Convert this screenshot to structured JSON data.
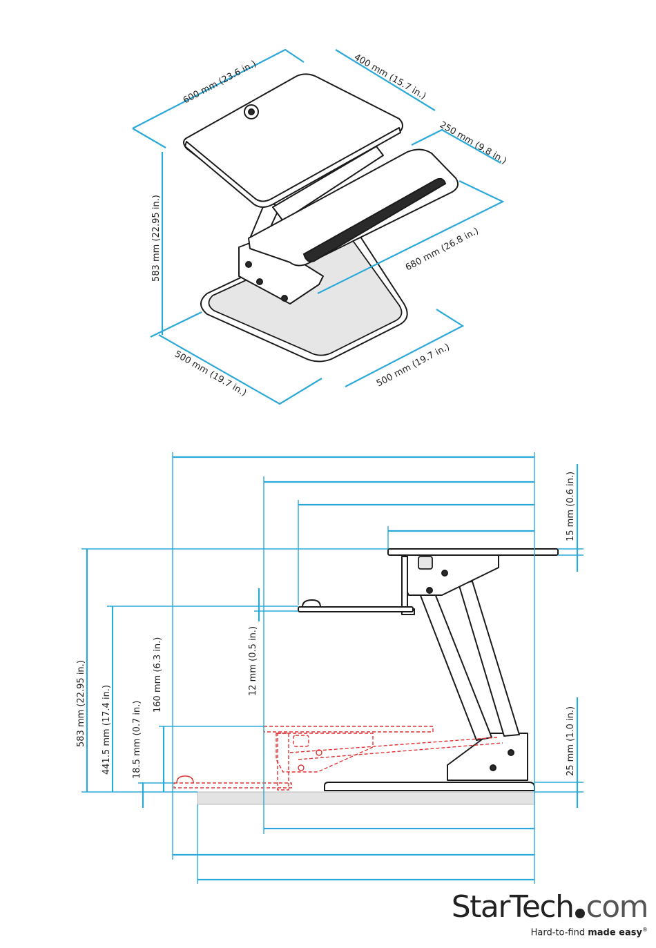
{
  "colors": {
    "dimension": "#2aa8d8",
    "stowed_outline": "#e03030",
    "product": "#1a1a1a"
  },
  "isometric": {
    "width": "600 mm (23.6 in.)",
    "depth": "400 mm (15.7 in.)",
    "keyboard_depth": "250 mm (9.8 in.)",
    "keyboard_width": "680 mm (26.8 in.)",
    "height": "583 mm (22.95 in.)",
    "base_front": "500 mm (19.7 in.)",
    "base_side": "500 mm (19.7 in.)"
  },
  "side": {
    "top_thickness": "15 mm (0.6 in.)",
    "keyboard_gap": "12 mm (0.5 in.)",
    "base_thickness": "25 mm (1.0 in.)",
    "total_height": "583 mm (22.95 in.)",
    "keyboard_height": "441.5 mm (17.4 in.)",
    "min_height": "18.5 mm (0.7 in.)",
    "stowed_height": "160 mm (6.3 in.)"
  },
  "brand": {
    "name_a": "StarTech",
    "name_b": "com",
    "tagline_a": "Hard-to-find ",
    "tagline_b": "made easy",
    "mark": "®"
  }
}
